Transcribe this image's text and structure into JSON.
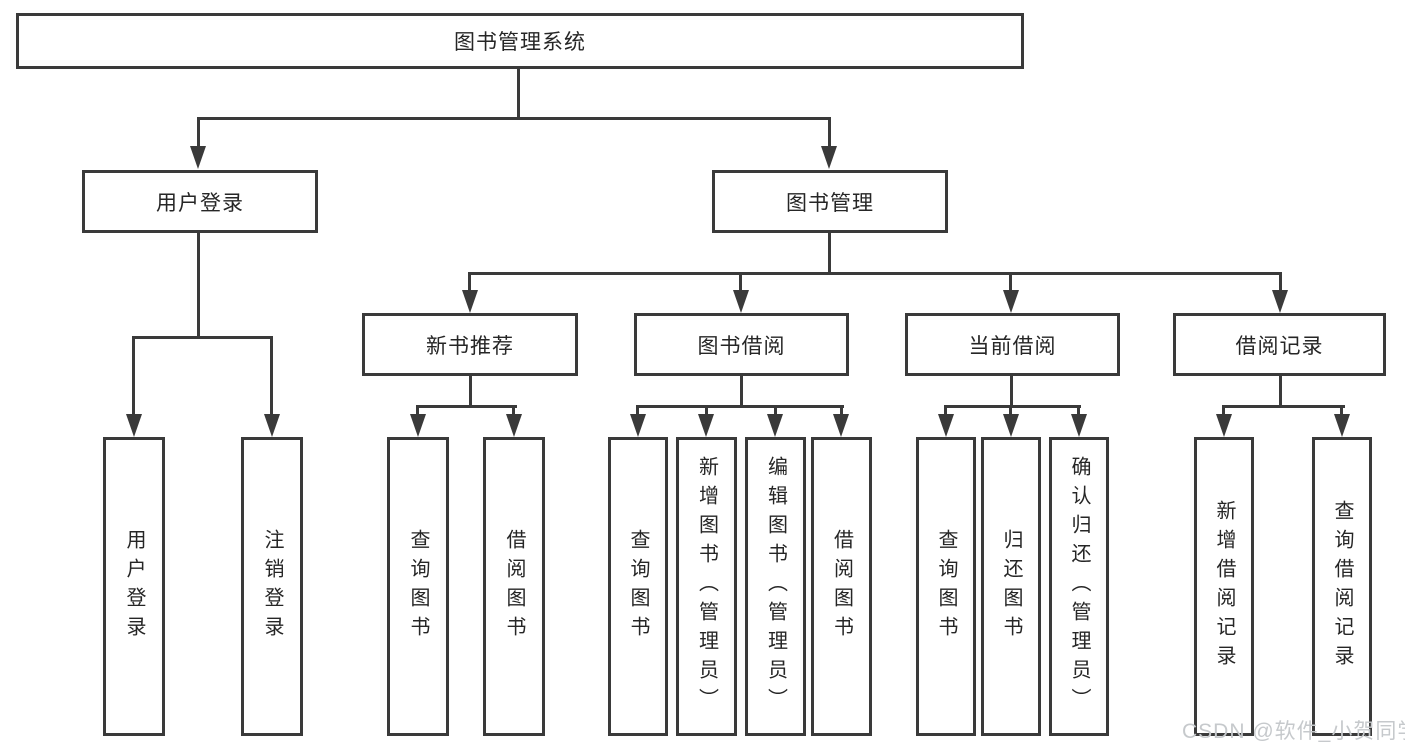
{
  "diagram": {
    "type": "hierarchy-tree",
    "colors": {
      "line": "#3a3a3a",
      "text": "#262626",
      "watermark": "#c6c9cc",
      "background": "#ffffff"
    },
    "nodes": {
      "root": {
        "label": "图书管理系统"
      },
      "user_login": {
        "label": "用户登录"
      },
      "book_mgmt": {
        "label": "图书管理"
      },
      "login_leaf": {
        "label": "用户登录"
      },
      "logout_leaf": {
        "label": "注销登录"
      },
      "new_book_rec": {
        "label": "新书推荐"
      },
      "book_borrow": {
        "label": "图书借阅"
      },
      "current_borrow": {
        "label": "当前借阅"
      },
      "borrow_record": {
        "label": "借阅记录"
      },
      "nbr_query": {
        "label": "查询图书"
      },
      "nbr_borrow": {
        "label": "借阅图书"
      },
      "bb_query": {
        "label": "查询图书"
      },
      "bb_add": {
        "label": "新增图书（管理员）"
      },
      "bb_edit": {
        "label": "编辑图书（管理员）"
      },
      "bb_borrow": {
        "label": "借阅图书"
      },
      "cb_query": {
        "label": "查询图书"
      },
      "cb_return": {
        "label": "归还图书"
      },
      "cb_confirm": {
        "label": "确认归还（管理员）"
      },
      "br_add": {
        "label": "新增借阅记录"
      },
      "br_query": {
        "label": "查询借阅记录"
      }
    },
    "edges": [
      "root->user_login",
      "root->book_mgmt",
      "user_login->login_leaf",
      "user_login->logout_leaf",
      "book_mgmt->new_book_rec",
      "book_mgmt->book_borrow",
      "book_mgmt->current_borrow",
      "book_mgmt->borrow_record",
      "new_book_rec->nbr_query",
      "new_book_rec->nbr_borrow",
      "book_borrow->bb_query",
      "book_borrow->bb_add",
      "book_borrow->bb_edit",
      "book_borrow->bb_borrow",
      "current_borrow->cb_query",
      "current_borrow->cb_return",
      "current_borrow->cb_confirm",
      "borrow_record->br_add",
      "borrow_record->br_query"
    ],
    "watermark": {
      "text": "CSDN @软件_小贺同学"
    }
  }
}
